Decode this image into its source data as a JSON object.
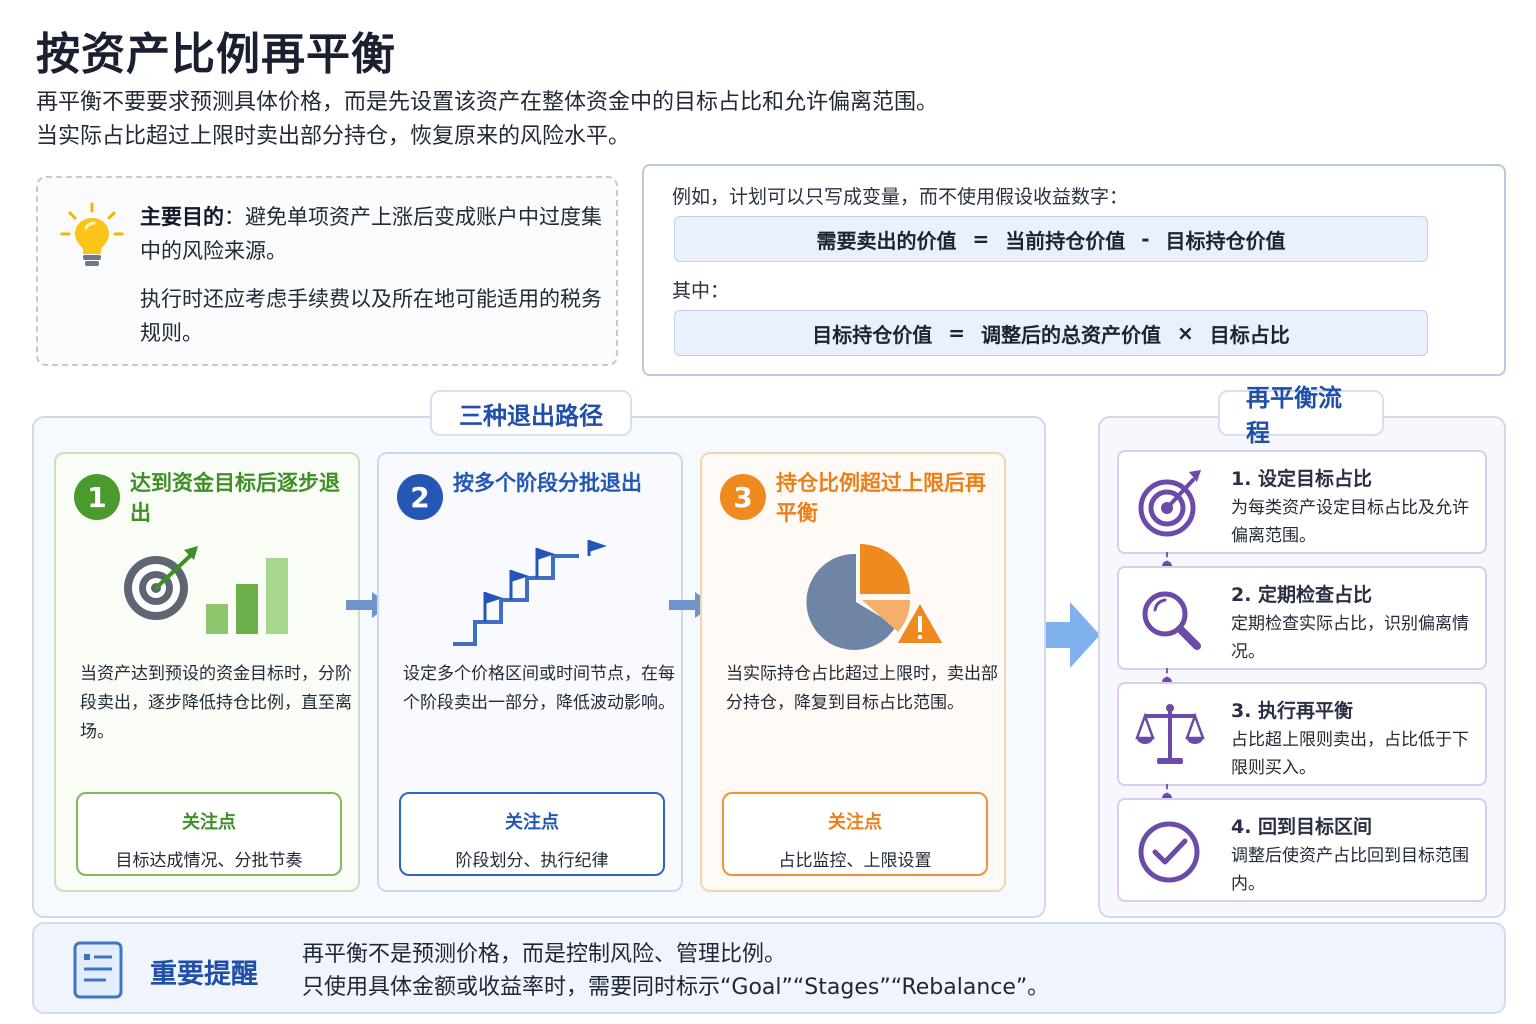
{
  "title": "按资产比例再平衡",
  "subtitle": {
    "line1": "再平衡不要要求预测具体价格，而是先设置该资产在整体资金中的目标占比和允许偏离范围。",
    "line2": "当实际占比超过上限时卖出部分持仓，恢复原来的风险水平。"
  },
  "goal": {
    "label": "主要目的",
    "text": "：避免单项资产上涨后变成账户中过度集中的风险来源。",
    "note": "执行时还应考虑手续费以及所在地可能适用的税务规则。"
  },
  "formula": {
    "intro": "例如，计划可以只写成变量，而不使用假设收益数字：",
    "f1": {
      "left": "需要卖出的价值",
      "eq": "=",
      "a": "当前持仓价值",
      "op": "-",
      "b": "目标持仓价值"
    },
    "where": "其中：",
    "f2": {
      "left": "目标持仓价值",
      "eq": "=",
      "a": "调整后的总资产价值",
      "op": "×",
      "b": "目标占比"
    }
  },
  "paths": {
    "tag": "三种退出路径",
    "cards": [
      {
        "num": "1",
        "title": "达到资金目标后逐步退出",
        "desc": "当资产达到预设的资金目标时，分阶段卖出，逐步降低持仓比例，直至离场。",
        "focus_title": "关注点",
        "focus_text": "目标达成情况、分批节奏",
        "color": "#4a9a2e",
        "icon": "target-bars-icon"
      },
      {
        "num": "2",
        "title": "按多个阶段分批退出",
        "desc": "设定多个价格区间或时间节点，在每个阶段卖出一部分，降低波动影响。",
        "focus_title": "关注点",
        "focus_text": "阶段划分、执行纪律",
        "color": "#2457b5",
        "icon": "stairs-flags-icon"
      },
      {
        "num": "3",
        "title": "持仓比例超过上限后再平衡",
        "desc": "当实际持仓占比超过上限时，卖出部分持仓，降复到目标占比范围。",
        "focus_title": "关注点",
        "focus_text": "占比监控、上限设置",
        "color": "#ef8a1e",
        "icon": "pie-warning-icon"
      }
    ]
  },
  "flow": {
    "tag": "再平衡流程",
    "steps": [
      {
        "title": "1. 设定目标占比",
        "text": "为每类资产设定目标占比及允许偏离范围。",
        "icon": "target-icon"
      },
      {
        "title": "2. 定期检查占比",
        "text": "定期检查实际占比，识别偏离情况。",
        "icon": "magnifier-icon"
      },
      {
        "title": "3. 执行再平衡",
        "text": "占比超上限则卖出，占比低于下限则买入。",
        "icon": "scale-icon"
      },
      {
        "title": "4. 回到目标区间",
        "text": "调整后使资产占比回到目标范围内。",
        "icon": "check-circle-icon"
      }
    ]
  },
  "reminder": {
    "title": "重要提醒",
    "line1": "再平衡不是预测价格，而是控制风险、管理比例。",
    "line2": "只使用具体金额或收益率时，需要同时标示“Goal”“Stages”“Rebalance”。"
  },
  "colors": {
    "accent_blue": "#1f4fa8",
    "green": "#4a9a2e",
    "orange": "#ef8a1e",
    "purple": "#6b4aa8"
  }
}
